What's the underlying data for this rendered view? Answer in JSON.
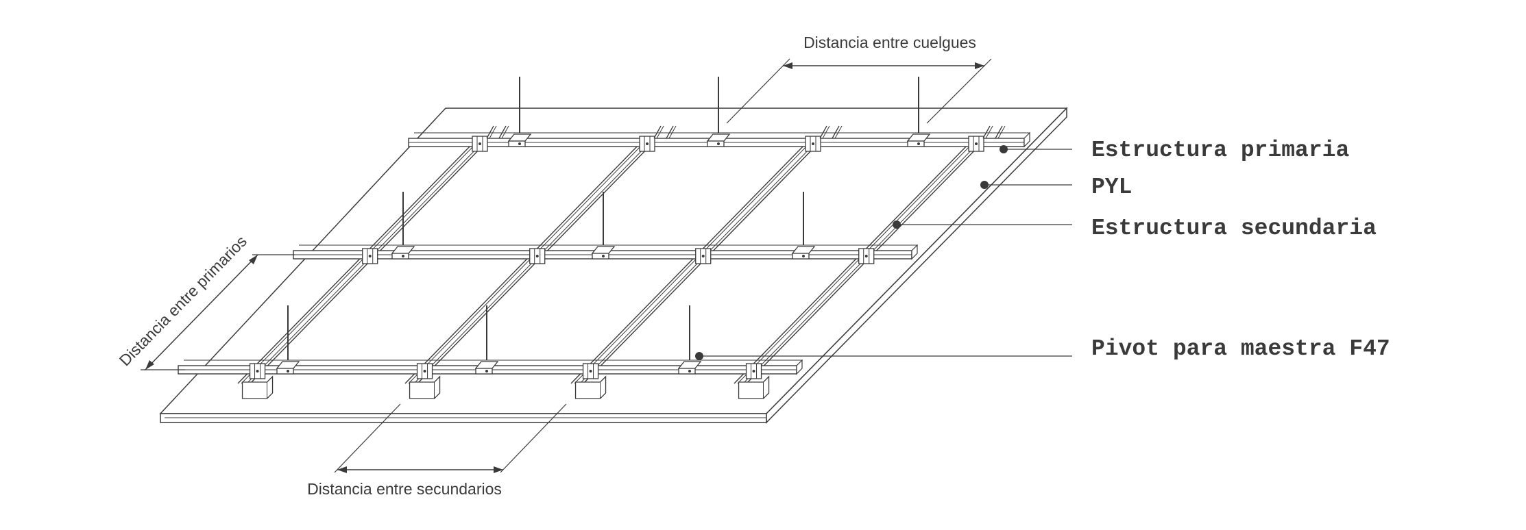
{
  "dimensions": {
    "cuelgues": "Distancia entre cuelgues",
    "primarios": "Distancia entre primarios",
    "secundarios": "Distancia entre secundarios"
  },
  "labels": {
    "primaria": "Estructura primaria",
    "pyl": "PYL",
    "secundaria": "Estructura secundaria",
    "pivot": "Pivot para maestra F47"
  }
}
